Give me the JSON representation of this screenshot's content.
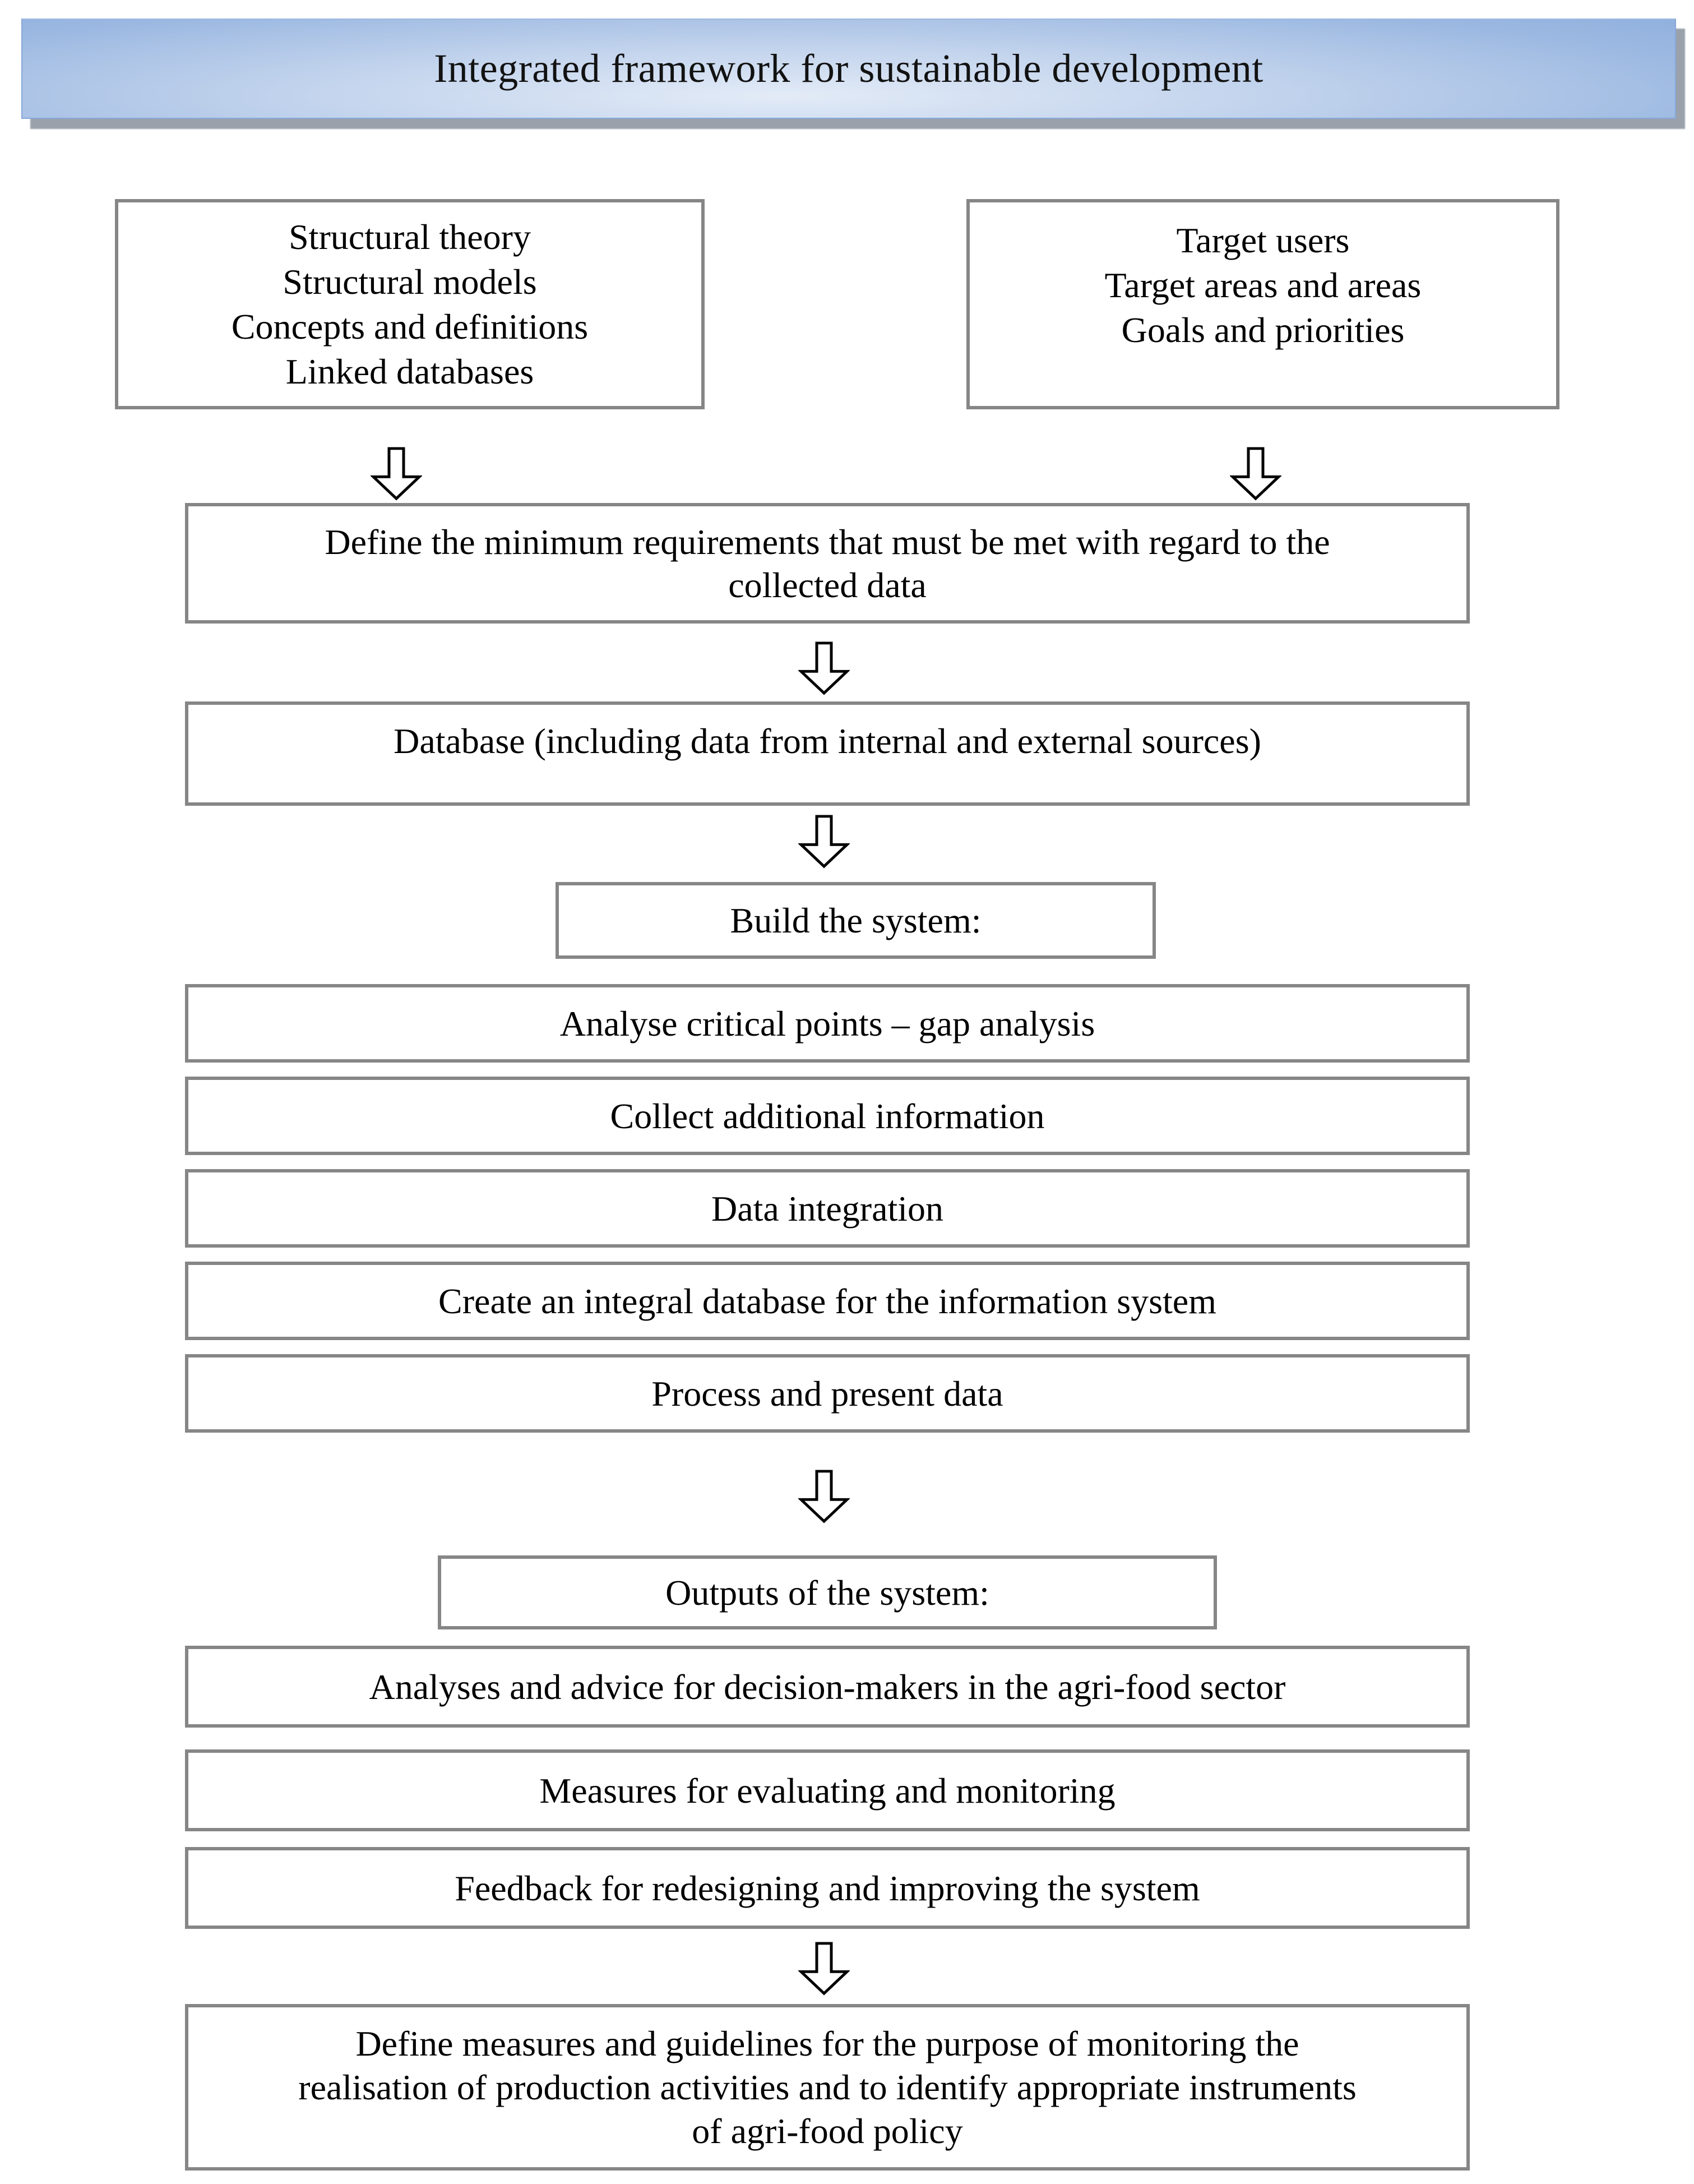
{
  "banner": {
    "text": "Integrated framework for sustainable development"
  },
  "inputs": {
    "theory_box": "Structural theory\nStructural models\nConcepts and definitions\nLinked databases",
    "targets_box": "Target users\nTarget areas and areas\nGoals and priorities"
  },
  "flow": {
    "requirements": "Define the minimum requirements that must be met with regard to the\ncollected data",
    "database": "Database (including data from internal and external sources)",
    "build_header": "Build the system:",
    "build_items": [
      "Analyse critical points – gap analysis",
      "Collect additional information",
      "Data integration",
      "Create an integral database for the information system",
      "Process and present data"
    ],
    "outputs_header": "Outputs of the system:",
    "output_items": [
      "Analyses and advice for decision-makers in the agri-food sector",
      "Measures for evaluating and monitoring",
      "Feedback for redesigning and improving the system"
    ],
    "final": "Define measures and guidelines for the purpose of monitoring the\nrealisation of production activities and to identify appropriate instruments\nof agri-food policy"
  },
  "colors": {
    "banner_blue_dark": "#7da2d6",
    "banner_blue_light": "#e3ebf7",
    "banner_shadow_gray": "#9aa1ab",
    "box_border_gray": "#868686",
    "text_black": "#000000"
  }
}
